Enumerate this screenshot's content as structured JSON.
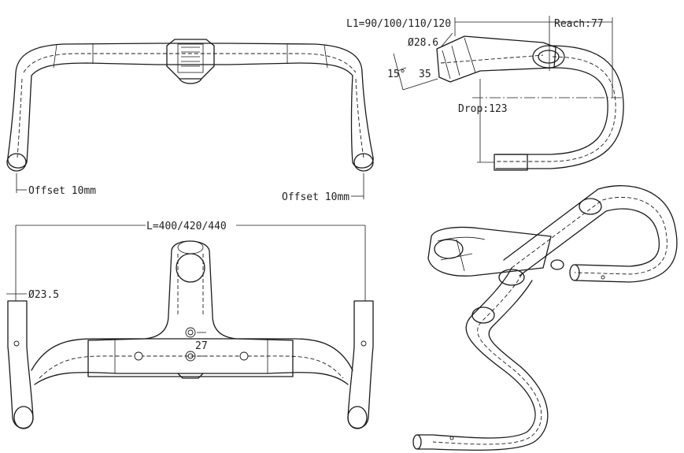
{
  "dimensions": {
    "stem_length": "L1=90/100/110/120",
    "reach": "Reach:77",
    "clamp_diameter": "Ø28.6",
    "angle": "15°",
    "stack": "35",
    "drop": "Drop:123",
    "offset_left": "Offset 10mm",
    "offset_right": "Offset 10mm",
    "bar_width": "L=400/420/440",
    "grip_diameter": "Ø23.5",
    "bolt_spacing": "27"
  },
  "colors": {
    "line": "#1a1a1a",
    "background": "#ffffff"
  }
}
